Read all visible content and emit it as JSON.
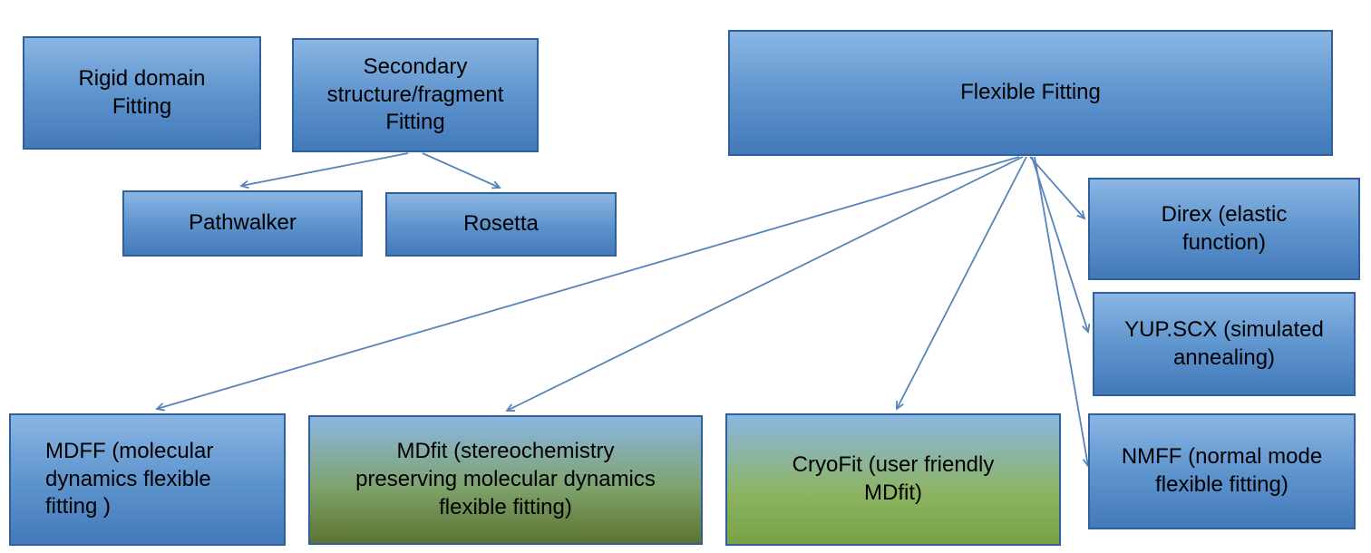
{
  "diagram": {
    "type": "flowchart",
    "background": "#ffffff",
    "nodes": {
      "rigid_domain": {
        "label": "Rigid domain\nFitting"
      },
      "secondary_structure": {
        "label": "Secondary\nstructure/fragment\nFitting"
      },
      "flexible_fitting": {
        "label": "Flexible Fitting"
      },
      "pathwalker": {
        "label": "Pathwalker"
      },
      "rosetta": {
        "label": "Rosetta"
      },
      "direx": {
        "label": "Direx (elastic\nfunction)"
      },
      "yup_scx": {
        "label": "YUP.SCX (simulated\nannealing)"
      },
      "nmff": {
        "label": "NMFF (normal mode\nflexible fitting)"
      },
      "mdff": {
        "label": "MDFF (molecular\ndynamics flexible\nfitting )"
      },
      "mdfit": {
        "label": "MDfit (stereochemistry\npreserving molecular dynamics\nflexible fitting)"
      },
      "cryofit": {
        "label": "CryoFit (user friendly\nMDfit)"
      }
    },
    "edges": [
      {
        "from": "secondary_structure",
        "to": "pathwalker"
      },
      {
        "from": "secondary_structure",
        "to": "rosetta"
      },
      {
        "from": "flexible_fitting",
        "to": "mdff"
      },
      {
        "from": "flexible_fitting",
        "to": "mdfit"
      },
      {
        "from": "flexible_fitting",
        "to": "cryofit"
      },
      {
        "from": "flexible_fitting",
        "to": "direx"
      },
      {
        "from": "flexible_fitting",
        "to": "yup_scx"
      },
      {
        "from": "flexible_fitting",
        "to": "nmff"
      }
    ],
    "colors": {
      "box_gradient_top": "#8ab6e3",
      "box_gradient_bottom": "#4479ba",
      "box_border": "#2f5f9e",
      "olive_gradient_bottom": "#5c7430",
      "green_gradient_bottom": "#78a246",
      "connector": "#5585b8",
      "text": "#000000"
    }
  }
}
